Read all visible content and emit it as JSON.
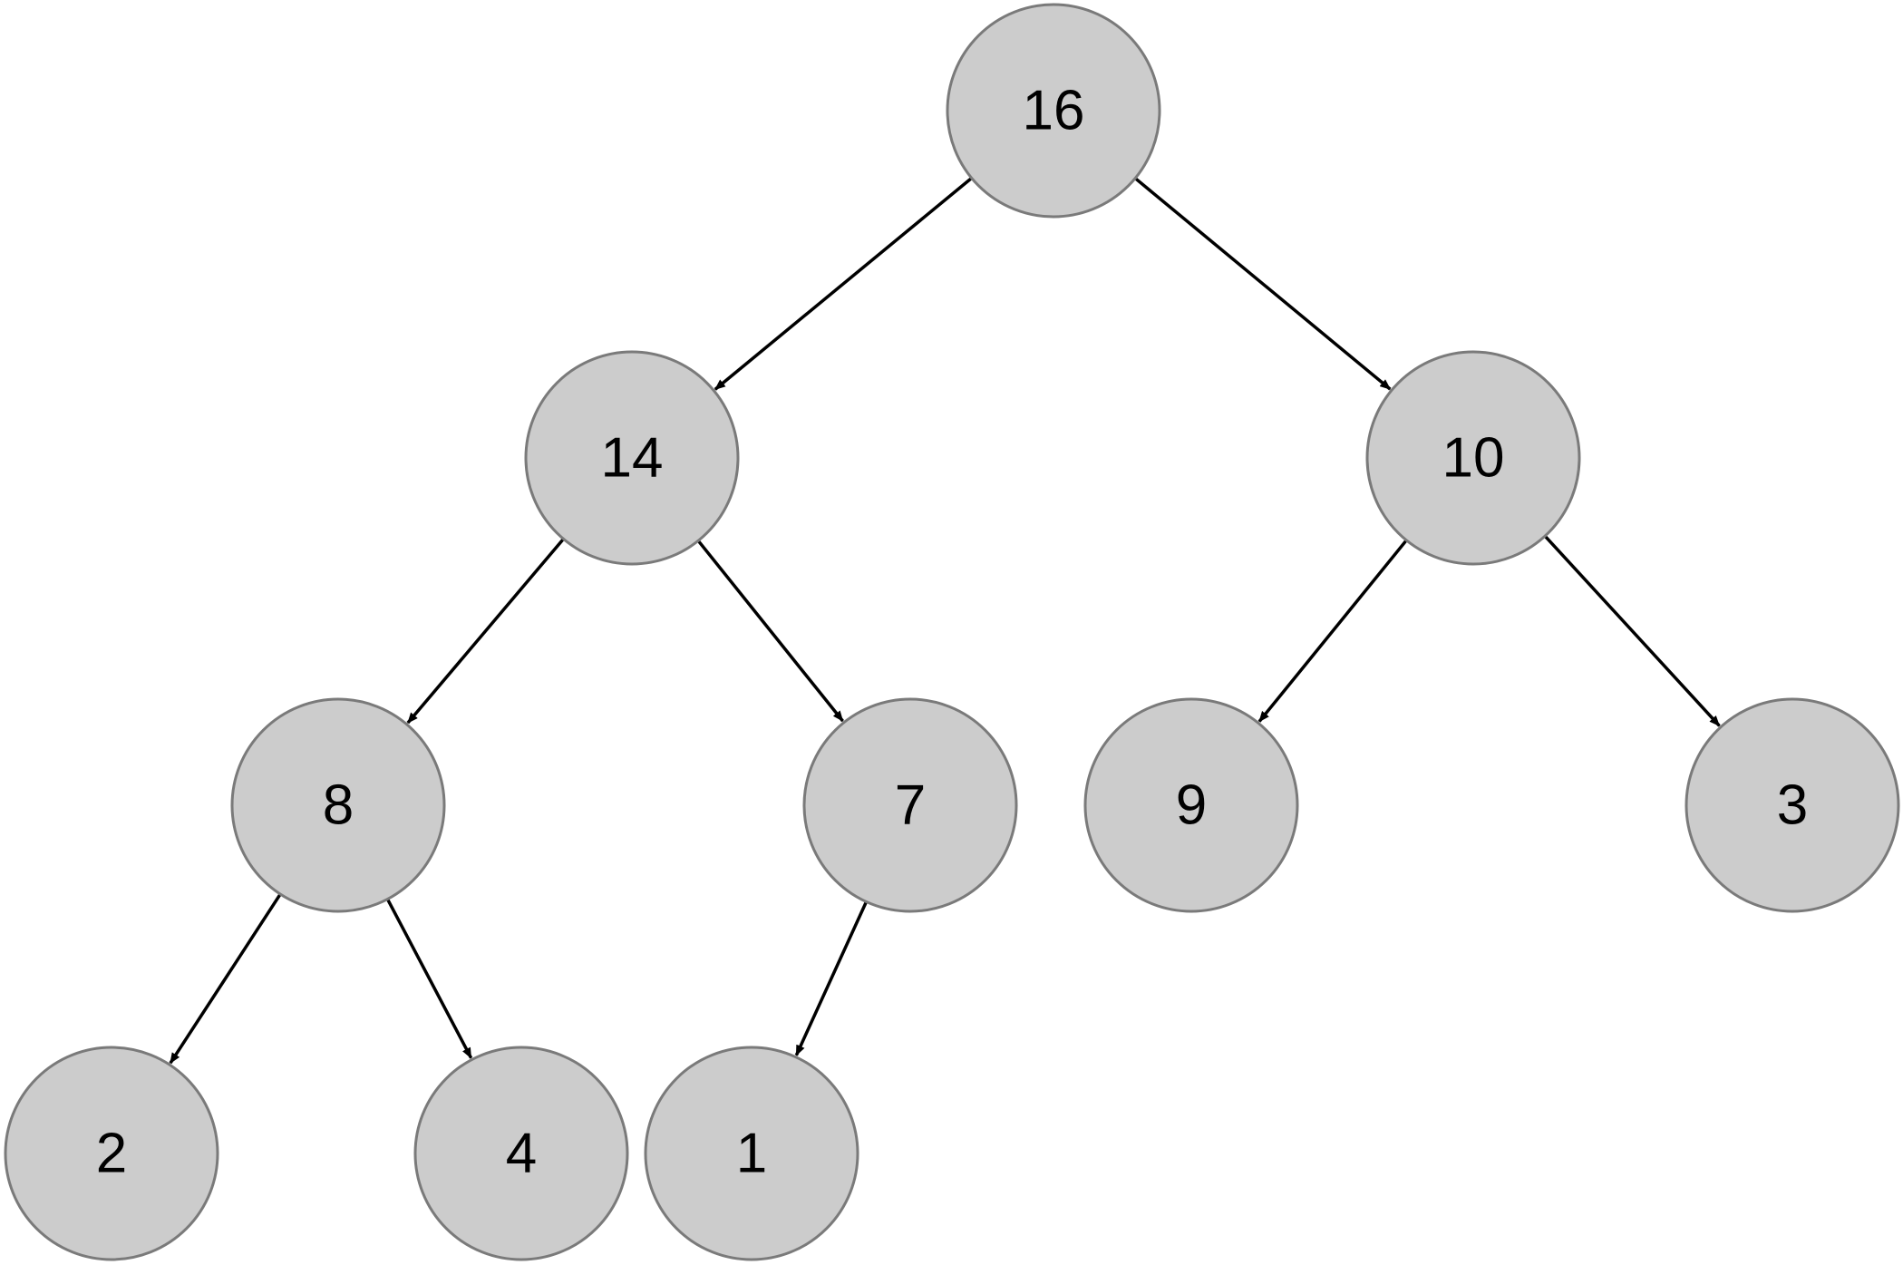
{
  "diagram": {
    "type": "binary-tree",
    "colors": {
      "node_fill": "#cccccc",
      "node_stroke": "#7a7a7a",
      "edge": "#000000",
      "label": "#000000",
      "background": "#ffffff"
    },
    "nodes": [
      {
        "id": "n1",
        "label": "16"
      },
      {
        "id": "n2",
        "label": "14"
      },
      {
        "id": "n3",
        "label": "10"
      },
      {
        "id": "n4",
        "label": "8"
      },
      {
        "id": "n5",
        "label": "7"
      },
      {
        "id": "n6",
        "label": "9"
      },
      {
        "id": "n7",
        "label": "3"
      },
      {
        "id": "n8",
        "label": "2"
      },
      {
        "id": "n9",
        "label": "4"
      },
      {
        "id": "n10",
        "label": "1"
      }
    ],
    "edges": [
      {
        "from": "n1",
        "to": "n2"
      },
      {
        "from": "n1",
        "to": "n3"
      },
      {
        "from": "n2",
        "to": "n4"
      },
      {
        "from": "n2",
        "to": "n5"
      },
      {
        "from": "n3",
        "to": "n6"
      },
      {
        "from": "n3",
        "to": "n7"
      },
      {
        "from": "n4",
        "to": "n8"
      },
      {
        "from": "n4",
        "to": "n9"
      },
      {
        "from": "n5",
        "to": "n10"
      }
    ]
  }
}
